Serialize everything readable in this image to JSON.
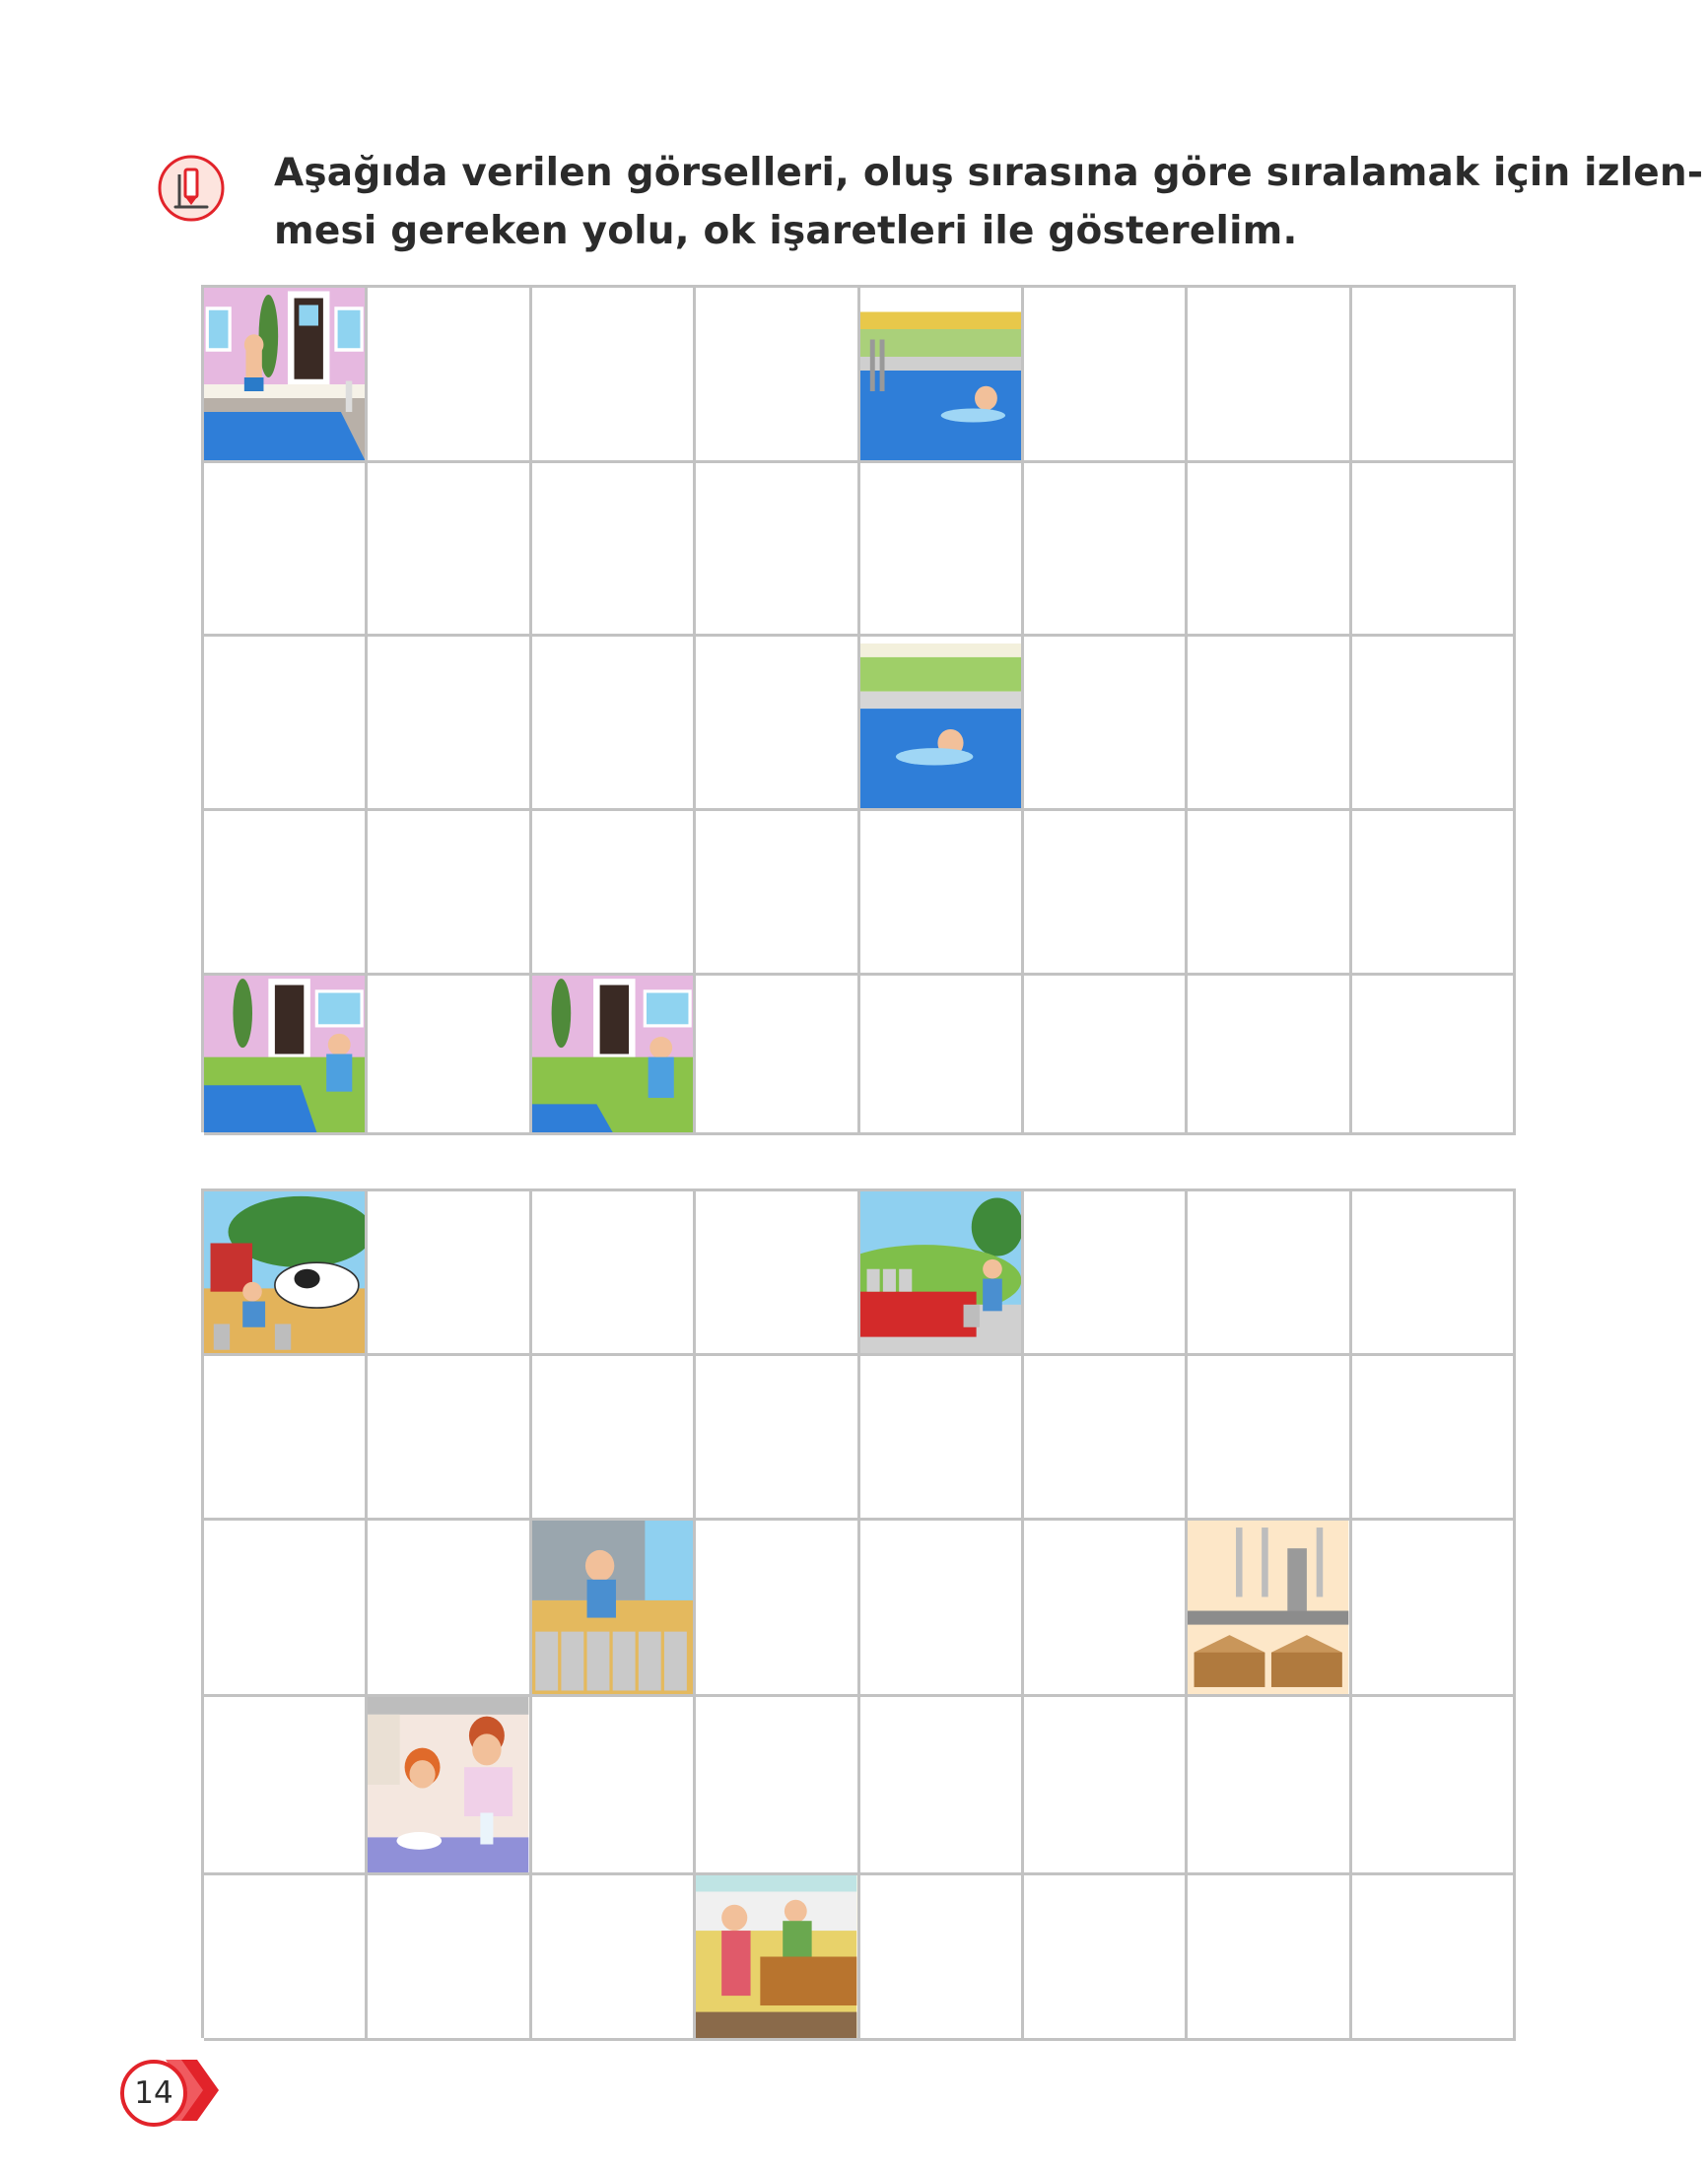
{
  "instruction": {
    "icon": "pencil-info-icon",
    "line1": "Aşağıda verilen görselleri, oluş sırasına göre sıralamak için izlen-",
    "line2": "mesi gereken yolu, ok  işaretleri ile gösterelim."
  },
  "grids": [
    {
      "rows": 5,
      "cols": 8,
      "pictures": [
        {
          "row": 1,
          "col": 1,
          "scene": "boy-at-poolside"
        },
        {
          "row": 1,
          "col": 5,
          "scene": "boy-swimming-near-ladder"
        },
        {
          "row": 3,
          "col": 5,
          "scene": "boy-swimming"
        },
        {
          "row": 5,
          "col": 1,
          "scene": "child-with-towel-by-pool"
        },
        {
          "row": 5,
          "col": 3,
          "scene": "child-walking-away-from-pool"
        }
      ]
    },
    {
      "rows": 5,
      "cols": 8,
      "pictures": [
        {
          "row": 1,
          "col": 1,
          "scene": "farmer-milking-cow"
        },
        {
          "row": 1,
          "col": 5,
          "scene": "farmer-loading-milk-truck"
        },
        {
          "row": 3,
          "col": 3,
          "scene": "farmer-pouring-milk-into-cans"
        },
        {
          "row": 3,
          "col": 7,
          "scene": "milk-factory-packaging"
        },
        {
          "row": 4,
          "col": 2,
          "scene": "mother-and-child-drinking-milk"
        },
        {
          "row": 5,
          "col": 4,
          "scene": "buying-milk-at-store"
        }
      ]
    }
  ],
  "page_number": "14",
  "colors": {
    "accent": "#e2232a",
    "grid": "#c2c2c2",
    "text": "#2b2b2b"
  }
}
